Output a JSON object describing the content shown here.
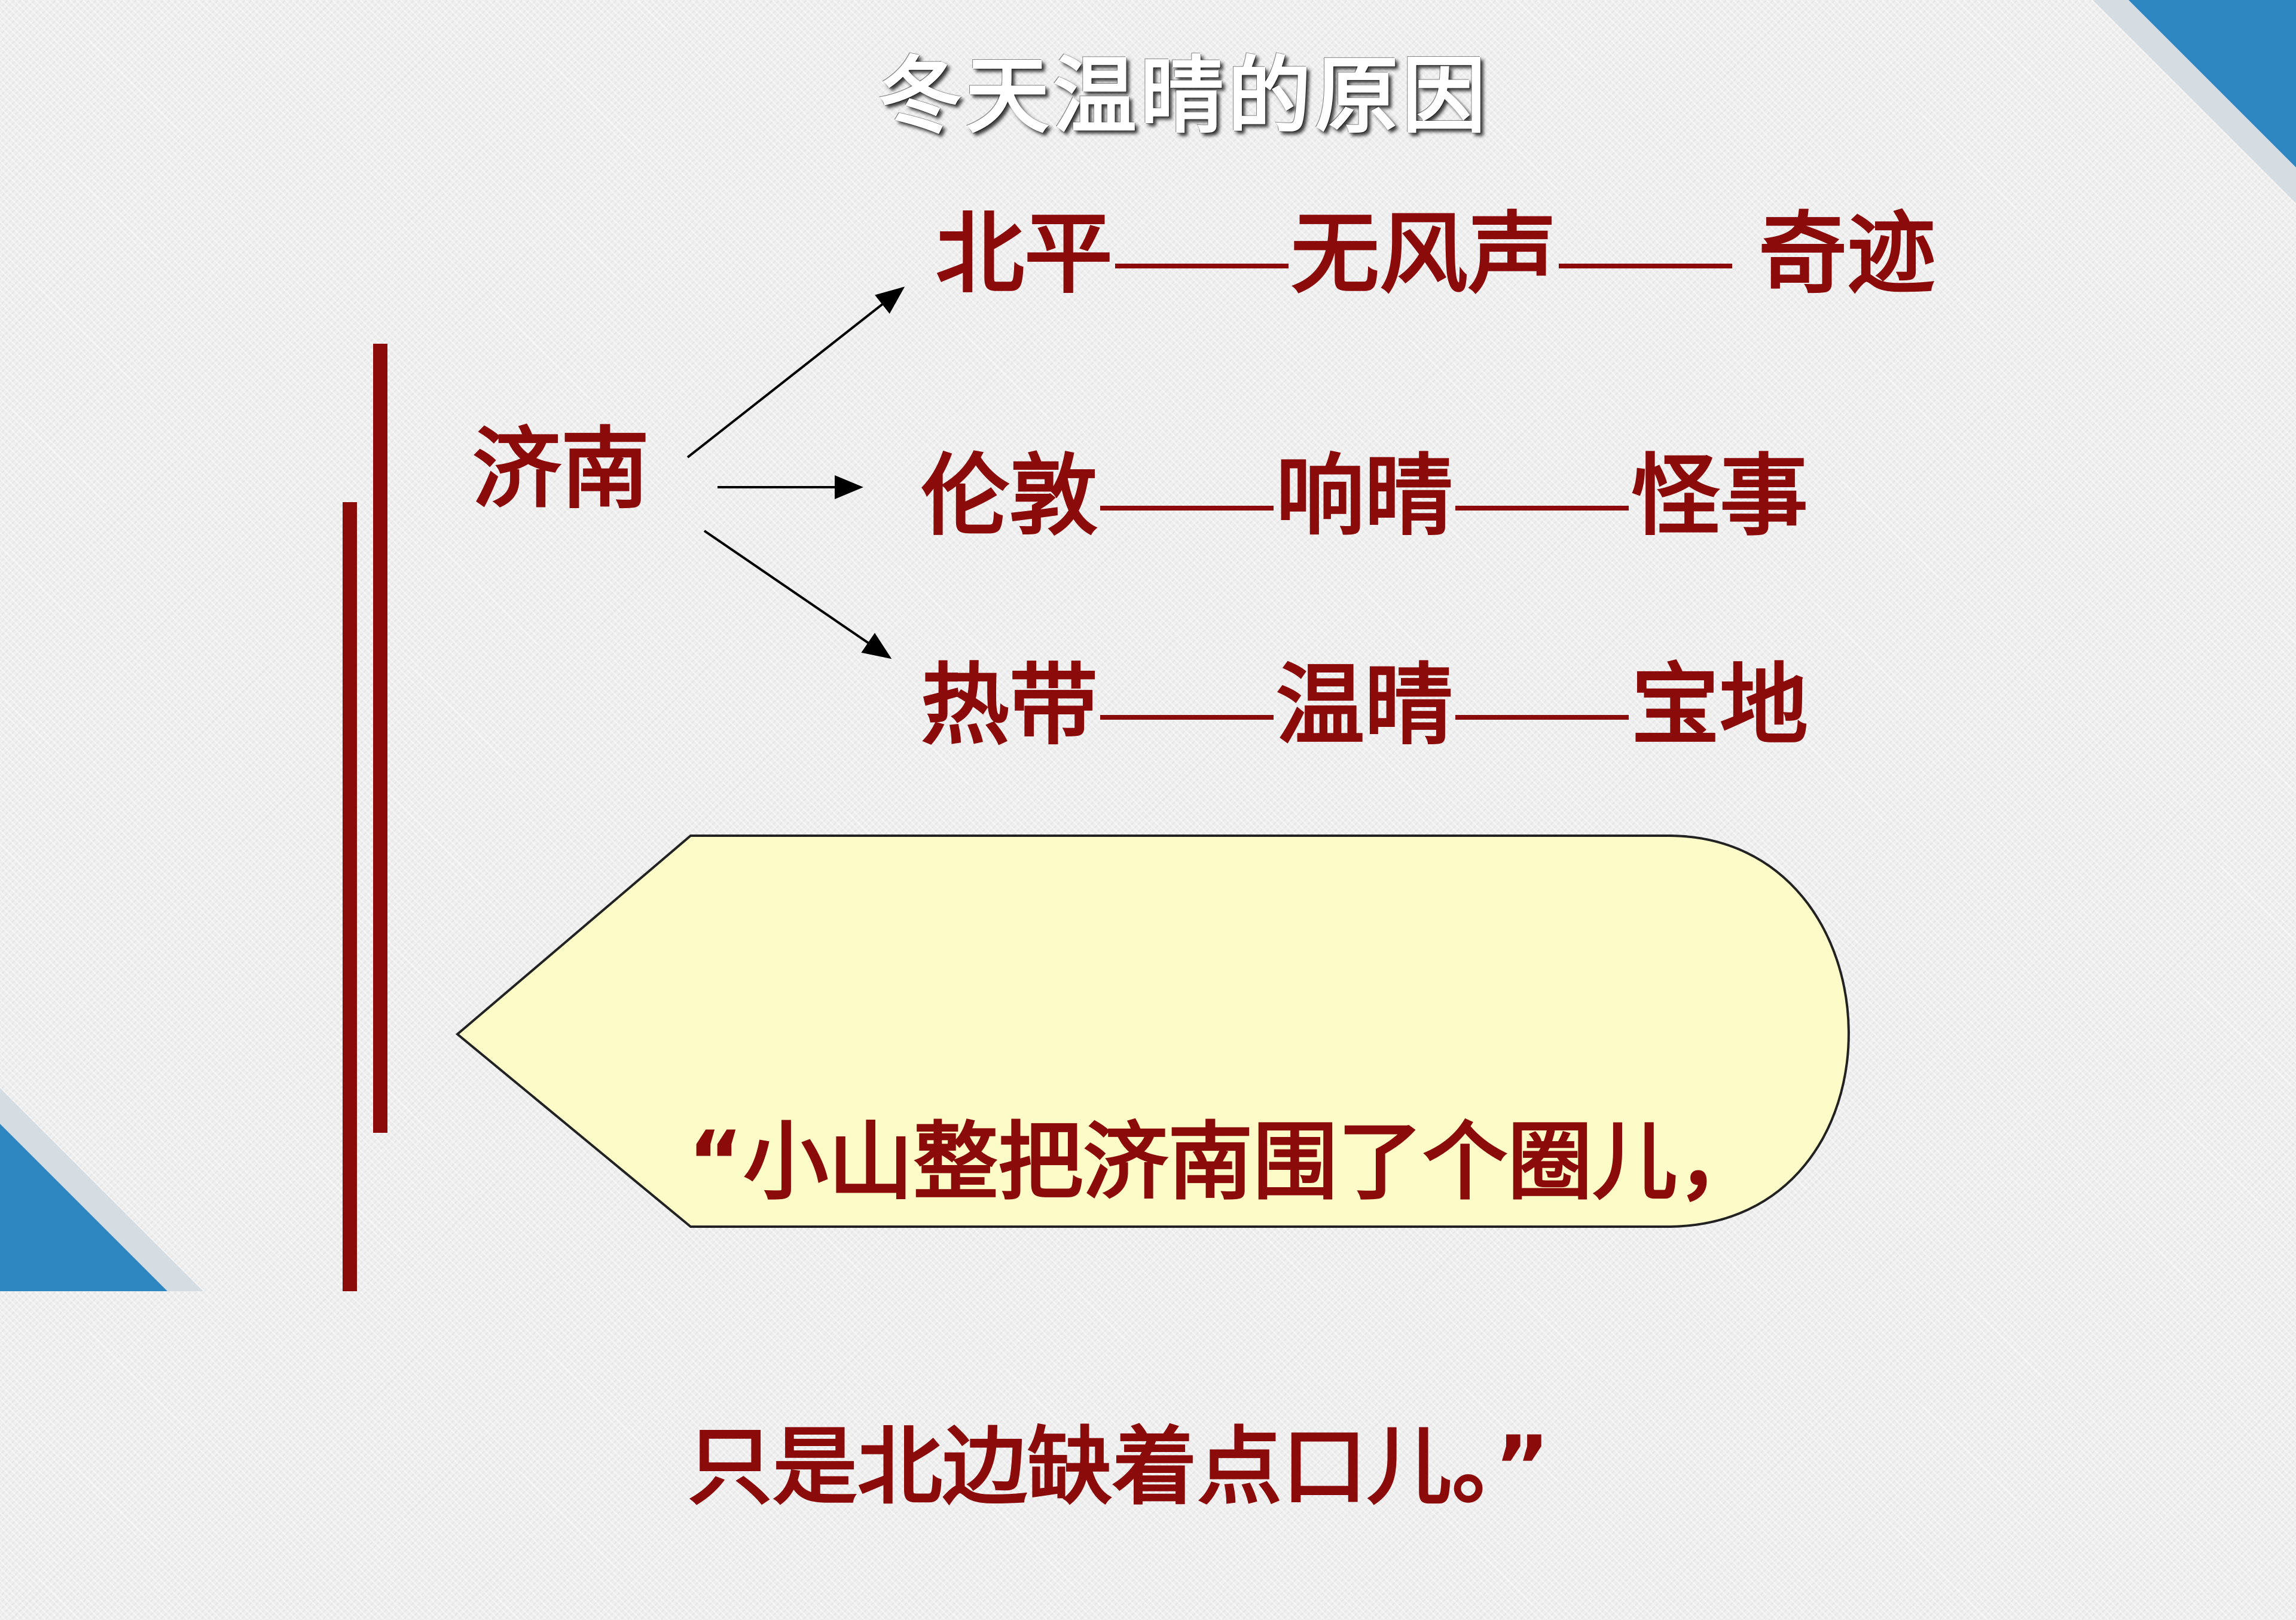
{
  "title": "冬天温晴的原因",
  "source": "济南",
  "rows": [
    {
      "a": "北平",
      "b": "无风声",
      "c": "奇迹"
    },
    {
      "a": "伦敦",
      "b": "响晴",
      "c": "怪事"
    },
    {
      "a": "热带",
      "b": "温晴",
      "c": "宝地"
    }
  ],
  "quote": {
    "line1": "“小山整把济南围了个圈儿，",
    "line2": "只是北边缺着点口儿。”"
  },
  "colors": {
    "accent_text": "#8b0a0a",
    "corner_blue": "#2e86c1",
    "callout_fill": "#fdfcc8",
    "callout_stroke": "#222222"
  }
}
